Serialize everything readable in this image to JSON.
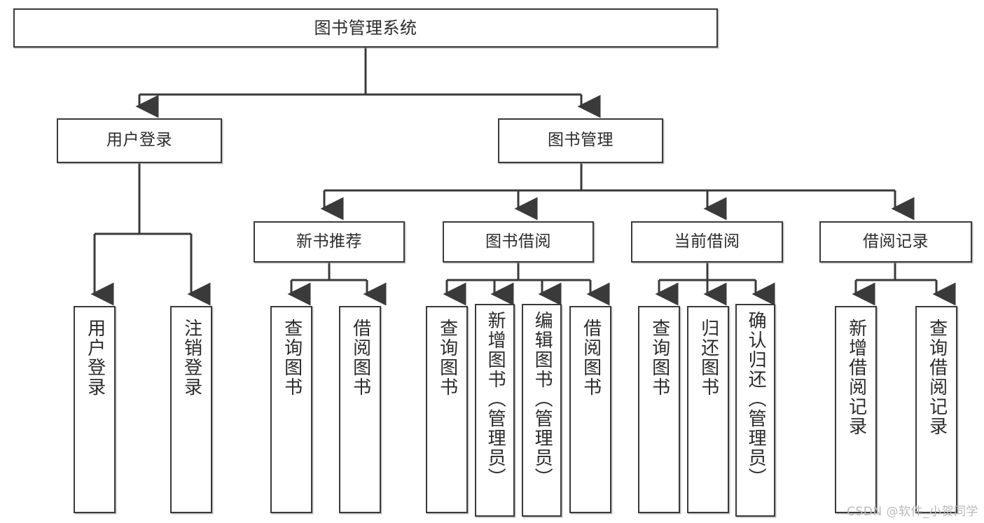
{
  "diagram": {
    "title": "图书管理系统",
    "type": "tree",
    "background_color": "#ffffff",
    "line_color": "#3a3a3a",
    "text_color": "#2b2b2b"
  },
  "root": {
    "label": "图书管理系统"
  },
  "level2": [
    {
      "id": "user-login",
      "label": "用户登录"
    },
    {
      "id": "book-manage",
      "label": "图书管理"
    }
  ],
  "level3": [
    {
      "id": "new-book-recommend",
      "label": "新书推荐"
    },
    {
      "id": "book-borrow",
      "label": "图书借阅"
    },
    {
      "id": "current-borrow",
      "label": "当前借阅"
    },
    {
      "id": "borrow-record",
      "label": "借阅记录"
    }
  ],
  "leaves": {
    "user_login": [
      {
        "id": "leaf-user-login",
        "label": "用户登录"
      },
      {
        "id": "leaf-logout",
        "label": "注销登录"
      }
    ],
    "new_book_recommend": [
      {
        "id": "leaf-query-book-1",
        "label": "查询图书"
      },
      {
        "id": "leaf-borrow-book-1",
        "label": "借阅图书"
      }
    ],
    "book_borrow": [
      {
        "id": "leaf-query-book-2",
        "label": "查询图书"
      },
      {
        "id": "leaf-add-book",
        "label": "新增图书（管理员）"
      },
      {
        "id": "leaf-edit-book",
        "label": "编辑图书（管理员）"
      },
      {
        "id": "leaf-borrow-book-2",
        "label": "借阅图书"
      }
    ],
    "current_borrow": [
      {
        "id": "leaf-query-book-3",
        "label": "查询图书"
      },
      {
        "id": "leaf-return-book",
        "label": "归还图书"
      },
      {
        "id": "leaf-confirm-return",
        "label": "确认归还（管理员）"
      }
    ],
    "borrow_record": [
      {
        "id": "leaf-add-record",
        "label": "新增借阅记录"
      },
      {
        "id": "leaf-query-record",
        "label": "查询借阅记录"
      }
    ]
  },
  "watermark": {
    "text": "CSDN @软件_小贺同学"
  }
}
